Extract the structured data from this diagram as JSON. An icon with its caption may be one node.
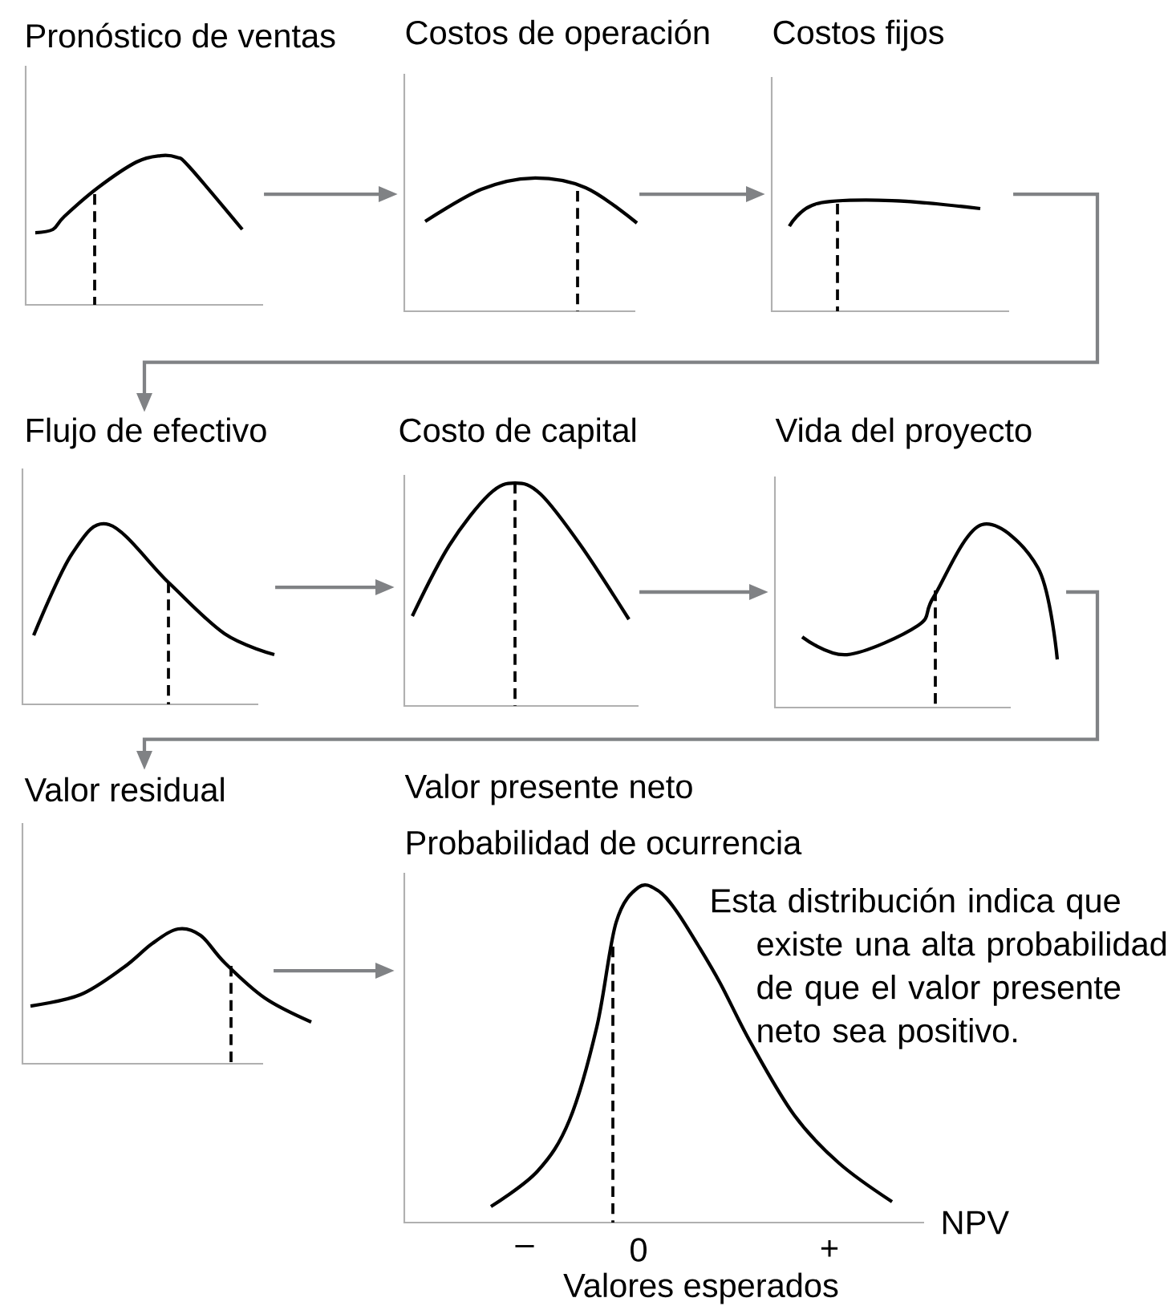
{
  "diagram": {
    "nodes": [
      {
        "text": [
          "Pronóstico de ventas"
        ]
      },
      {
        "text": [
          "Costos de operación"
        ]
      },
      {
        "text": [
          "Costos fijos"
        ]
      },
      {
        "text": [
          "Flujo de efectivo"
        ]
      },
      {
        "text": [
          "Costo de capital"
        ]
      },
      {
        "text": [
          "Vida del proyecto"
        ]
      },
      {
        "text": [
          "Valor residual"
        ]
      },
      {
        "text": [
          "Valor presente neto",
          "Probabilidad de ocurrencia"
        ]
      }
    ],
    "edges": [
      {
        "from": 0,
        "to": 1,
        "arrow": "to"
      },
      {
        "from": 1,
        "to": 2,
        "arrow": "to"
      },
      {
        "from": 2,
        "to": 3,
        "arrow": "to"
      },
      {
        "from": 3,
        "to": 4,
        "arrow": "to"
      },
      {
        "from": 4,
        "to": 5,
        "arrow": "to"
      },
      {
        "from": 5,
        "to": 6,
        "arrow": "to"
      },
      {
        "from": 6,
        "to": 7,
        "arrow": "to"
      }
    ],
    "labels": [
      "Esta distribución indica que existe una alta probabilidad de que el valor presente neto sea positivo.",
      "NPV",
      "–",
      "0",
      "+",
      "Valores esperados"
    ]
  }
}
